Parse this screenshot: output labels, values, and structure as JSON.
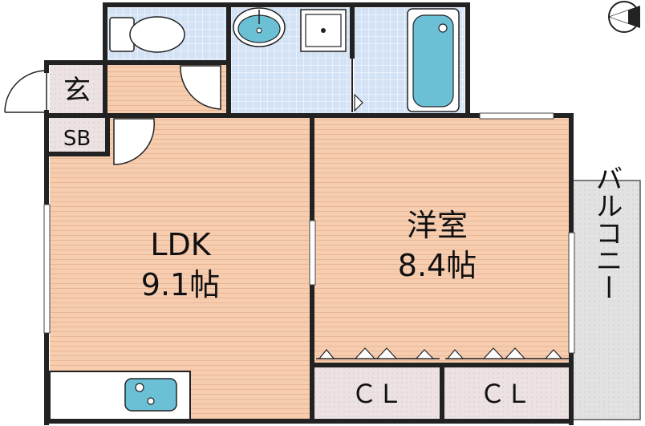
{
  "floorplan": {
    "rooms": {
      "ldk": {
        "name": "LDK",
        "size": "9.1帖"
      },
      "bedroom": {
        "name": "洋室",
        "size": "8.4帖"
      },
      "closet1": {
        "name": "ＣＬ"
      },
      "closet2": {
        "name": "ＣＬ"
      },
      "entrance": {
        "name": "玄"
      },
      "shoebox": {
        "name": "SB"
      },
      "balcony": {
        "name": "バルコニー"
      }
    },
    "colors": {
      "floor_wood": "#f7cdb0",
      "floor_tile": "#d3e2f5",
      "closet_floor": "#e8dede",
      "balcony_floor": "#dedede",
      "fixture_blue": "#6bc0d6",
      "wall": "#222222"
    },
    "icons": [
      "toilet-icon",
      "washbasin-icon",
      "washing-machine-icon",
      "bathtub-icon",
      "kitchen-sink-icon",
      "north-compass-icon"
    ]
  }
}
